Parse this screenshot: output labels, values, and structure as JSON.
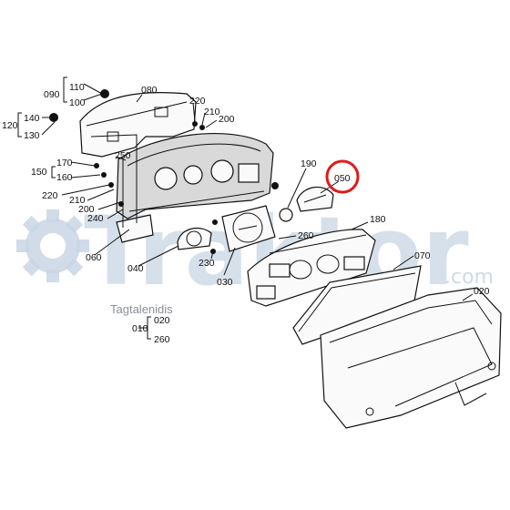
{
  "watermark": {
    "brand": "Traktor",
    "domain": ".com",
    "tagline": "Tagtalenidis"
  },
  "highlight": {
    "part": "050",
    "color": "#e01a1a"
  },
  "colors": {
    "watermark": "#c9d6e4",
    "line": "#111111"
  },
  "callouts": {
    "p080": "080",
    "p090": "090",
    "p110": "110",
    "p100": "100",
    "p120": "120",
    "p140": "140",
    "p130": "130",
    "p220a": "220",
    "p210a": "210",
    "p200a": "200",
    "p170": "170",
    "p150": "150",
    "p160": "160",
    "p250": "250",
    "p220b": "220",
    "p210b": "210",
    "p200b": "200",
    "p240": "240",
    "p060": "060",
    "p190": "190",
    "p050": "050",
    "p180": "180",
    "p260": "260",
    "p070": "070",
    "p230": "230",
    "p030": "030",
    "p040": "040",
    "p020": "020",
    "p010": "010",
    "p020b": "020",
    "p260b": "260"
  }
}
